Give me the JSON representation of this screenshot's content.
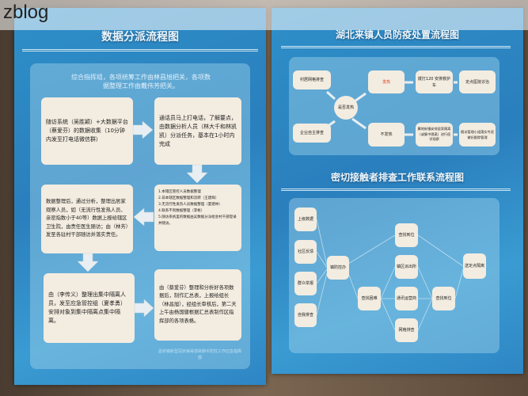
{
  "watermark": "zblog",
  "left_poster": {
    "title": "数据分派流程图",
    "note": "综合指挥组，各项统筹工作由林昌旭把关，各项数据整理工作由戴伟芳把关。",
    "boxes": [
      "随访系统（吴胜颖）+大数据平台（蔡爱芬）的数据收集（10分钟内发至打电话微信群）",
      "通话员马上打电话，了解要点，由数据分析人员（林大千和林凯凯）分派任务，基本在1小时内完成",
      "数据整理后，通过分析，整理出居家观察人员，如（无流行性发热人员、亲密指数小于40等）数据上报给辖区卫生院，由责任医生随访；由（林芳）发至各驻村干部随访并落实责任。",
      "由（李传义）整理出集中隔离人员，发至应急管控组（夏孝勇）安排对象到集中隔离点集中隔离。",
      "由（蔡爱芬）整理和分析好各项数据后，制作汇总表，上报给组长（林昌旭），经组长审核后，第二天上午由杨国健根据汇总表制作区指挥部的各项表格。"
    ],
    "list": [
      "1.本辖区管控人员数据整理",
      "2.非本辖区数据整理和流转（王建辉）",
      "3.无流行性发热人员数据整理（夏建林）",
      "4.联系不到数据整理（李彬）",
      "5.随访系统里的数据由吴数据分派给驻村干部登录并随访。"
    ],
    "footer": "昌桥镇新型冠状病毒感染肺炎防控工作应急指挥部"
  },
  "right_top": {
    "title": "湖北来镇人员防疫处置流程图",
    "nodes": {
      "village": "村居网格排查",
      "enterprise": "企业自主排查",
      "decision": "是否发热",
      "fever": "发热",
      "call120": "拨打120 安排救护车",
      "hospital": "定点医院诊治",
      "no_fever": "不发热",
      "home": "属地街镇安排居家隔离（或集中隔离）进行医学观察",
      "followup": "随访管理小组落实专班做好跟踪管理"
    },
    "fever_color": "#d9452b"
  },
  "right_bottom": {
    "title": "密切接触者排查工作联系流程图",
    "nodes": {
      "upper": "上级数据",
      "community": "社区反馈",
      "public": "群众举报",
      "self": "自我排查",
      "office": "镇防控办",
      "difficult": "查找困难",
      "found_top": "查找到位",
      "police": "镇区派出所",
      "telecom": "通讯运营商",
      "grid": "网格排查",
      "found": "查找到位",
      "isolate": "送定点隔离"
    }
  }
}
